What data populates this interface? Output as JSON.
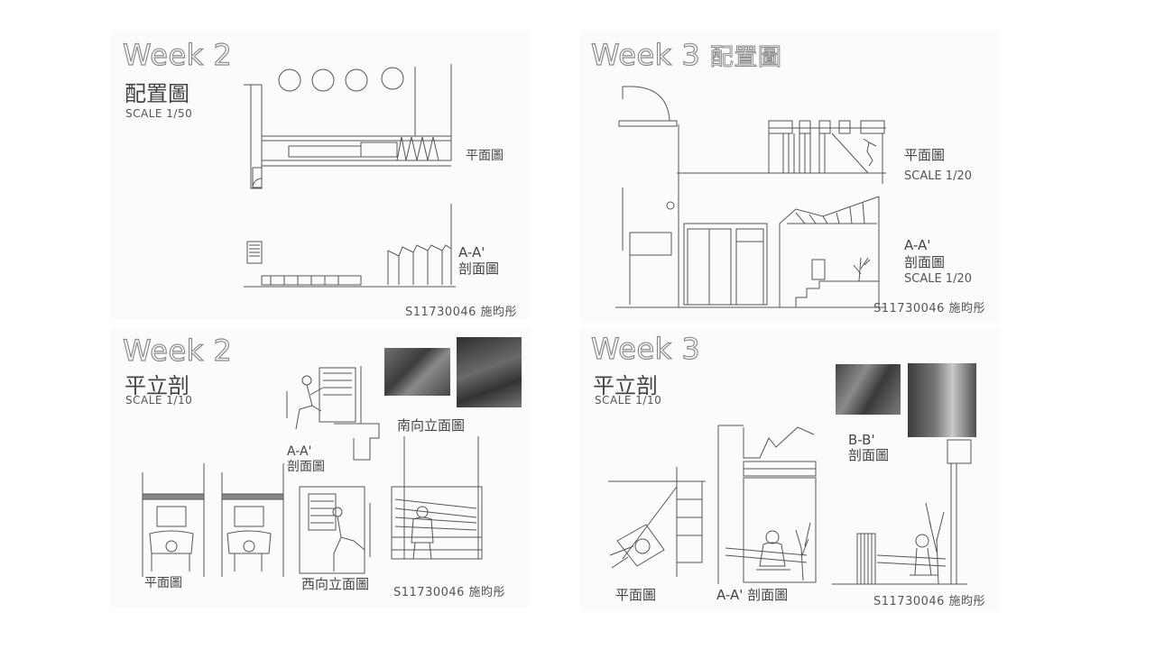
{
  "panels": {
    "p1": {
      "title": "Week 2",
      "subtitle": "配置圖",
      "scale": "SCALE 1/50",
      "labels": {
        "plan": "平面圖",
        "section_line": "A-A'",
        "section": "剖面圖"
      },
      "student_id": "S11730046 施昀彤"
    },
    "p2": {
      "title": "Week 3",
      "title_cjk": "配置圖",
      "labels": {
        "plan": "平面圖",
        "plan_scale": "SCALE 1/20",
        "section_line": "A-A'",
        "section": "剖面圖",
        "section_scale": "SCALE 1/20"
      },
      "student_id": "S11730046 施昀彤"
    },
    "p3": {
      "title": "Week 2",
      "subtitle": "平立剖",
      "scale": "SCALE 1/10",
      "labels": {
        "section_line": "A-A'",
        "section": "剖面圖",
        "south": "南向立面圖",
        "plan": "平面圖",
        "west": "西向立面圖"
      },
      "student_id": "S11730046 施昀彤"
    },
    "p4": {
      "title": "Week 3",
      "subtitle": "平立剖",
      "scale": "SCALE 1/10",
      "labels": {
        "bb_line": "B-B'",
        "bb_section": "剖面圖",
        "plan": "平面圖",
        "aa_section": "A-A' 剖面圖"
      },
      "student_id": "S11730046 施昀彤"
    }
  }
}
